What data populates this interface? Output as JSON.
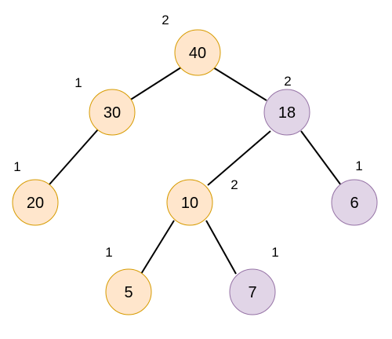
{
  "colors": {
    "orange_fill": "#ffe6cc",
    "orange_stroke": "#d79b00",
    "purple_fill": "#e1d5e7",
    "purple_stroke": "#9673a6",
    "edge": "#000000"
  },
  "nodes": [
    {
      "id": "n40",
      "value": "40",
      "rank": "2",
      "color": "orange"
    },
    {
      "id": "n30",
      "value": "30",
      "rank": "1",
      "color": "orange"
    },
    {
      "id": "n18",
      "value": "18",
      "rank": "2",
      "color": "purple"
    },
    {
      "id": "n20",
      "value": "20",
      "rank": "1",
      "color": "orange"
    },
    {
      "id": "n10",
      "value": "10",
      "rank": "2",
      "color": "orange"
    },
    {
      "id": "n6",
      "value": "6",
      "rank": "1",
      "color": "purple"
    },
    {
      "id": "n5",
      "value": "5",
      "rank": "1",
      "color": "orange"
    },
    {
      "id": "n7",
      "value": "7",
      "rank": "1",
      "color": "purple"
    }
  ],
  "edges": [
    {
      "from": "n40",
      "to": "n30"
    },
    {
      "from": "n40",
      "to": "n18"
    },
    {
      "from": "n30",
      "to": "n20"
    },
    {
      "from": "n18",
      "to": "n10"
    },
    {
      "from": "n18",
      "to": "n6"
    },
    {
      "from": "n10",
      "to": "n5"
    },
    {
      "from": "n10",
      "to": "n7"
    }
  ]
}
